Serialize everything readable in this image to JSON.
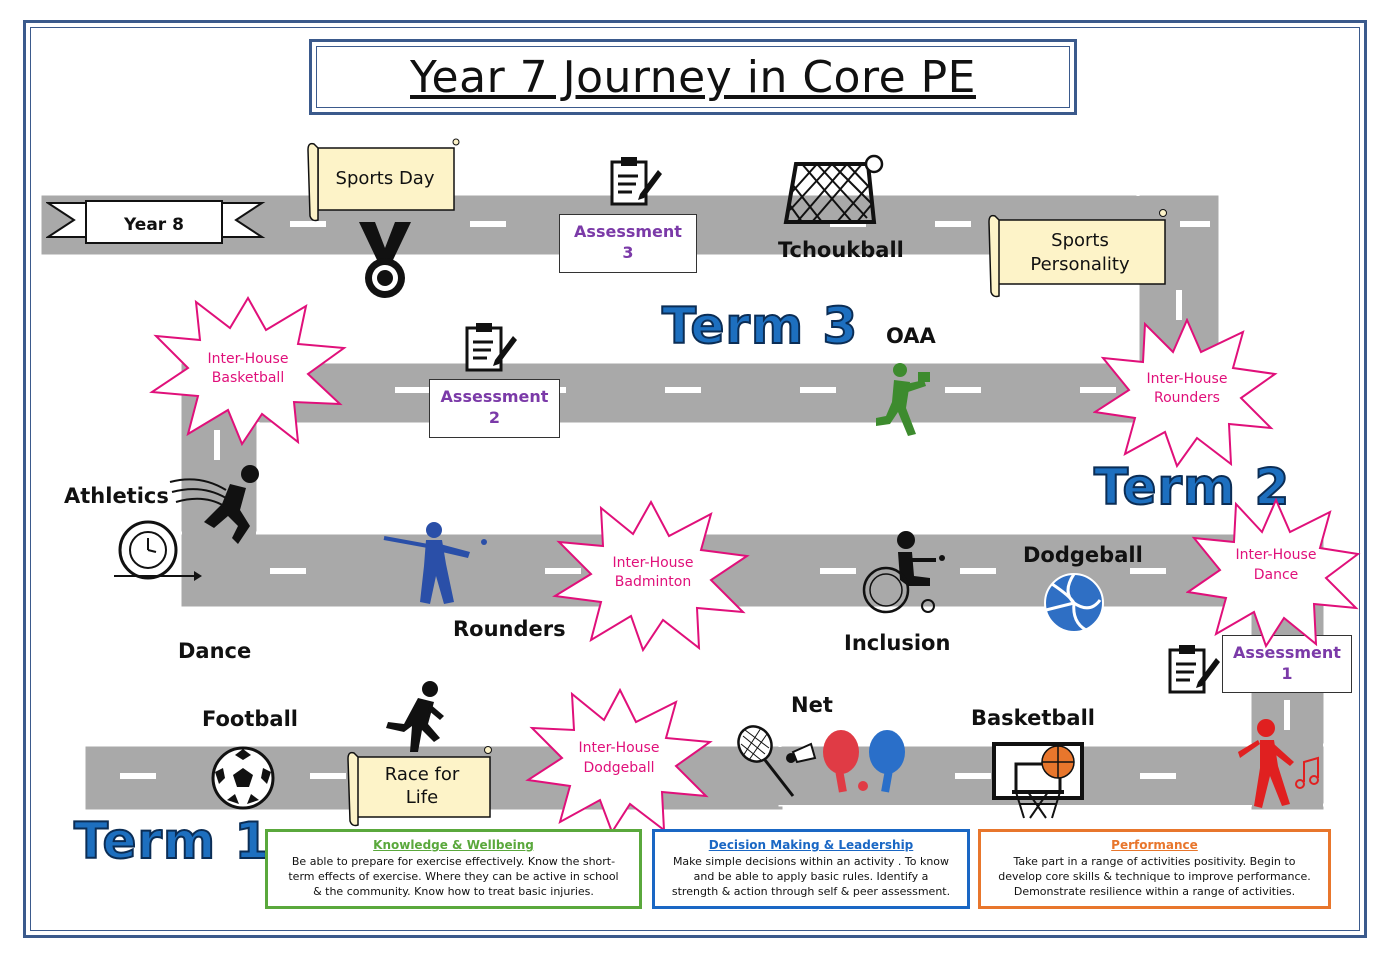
{
  "title": "Year 7 Journey in Core PE",
  "terms": {
    "term1": "Term 1",
    "term2": "Term 2",
    "term3": "Term 3"
  },
  "year8": "Year 8",
  "activities": {
    "football": "Football",
    "dance": "Dance",
    "athletics": "Athletics",
    "rounders": "Rounders",
    "inclusion": "Inclusion",
    "dodgeball": "Dodgeball",
    "net": "Net",
    "basketball": "Basketball",
    "oaa": "OAA",
    "tchoukball": "Tchoukball"
  },
  "assessments": {
    "a1": {
      "label": "Assessment",
      "number": "1"
    },
    "a2": {
      "label": "Assessment",
      "number": "2"
    },
    "a3": {
      "label": "Assessment",
      "number": "3"
    }
  },
  "scrolls": {
    "sports_day": "Sports Day",
    "sports_personality_1": "Sports",
    "sports_personality_2": "Personality",
    "race_for_life_1": "Race for",
    "race_for_life_2": "Life"
  },
  "inter_house": {
    "basketball": [
      "Inter-House",
      "Basketball"
    ],
    "rounders": [
      "Inter-House",
      "Rounders"
    ],
    "badminton": [
      "Inter-House",
      "Badminton"
    ],
    "dance": [
      "Inter-House",
      "Dance"
    ],
    "dodgeball": [
      "Inter-House",
      "Dodgeball"
    ]
  },
  "info_boxes": {
    "knowledge": {
      "heading": "Knowledge & Wellbeing",
      "lines": [
        "Be able to prepare for exercise effectively. Know the short-",
        "term effects of exercise. Where they can be active in school",
        "& the community. Know how to treat basic injuries."
      ],
      "color": "#5aa83c"
    },
    "decision": {
      "heading": "Decision Making & Leadership",
      "lines": [
        "Make simple decisions within an activity . To know",
        "and be able to apply basic rules. Identify a",
        "strength & action through self & peer assessment."
      ],
      "color": "#1a67c4"
    },
    "performance": {
      "heading": "Performance",
      "lines": [
        "Take part in a range of activities positivity. Begin to",
        "develop core skills & technique to improve performance.",
        "Demonstrate resilience within a range of activities."
      ],
      "color": "#e8762c"
    }
  },
  "colors": {
    "road": "#a9a9a9",
    "term_blue": "#1d6fbf",
    "inter_house_pink": "#e0107a",
    "assessment_purple": "#7b3aa8",
    "scroll_fill": "#fdf3c8",
    "frame": "#3b5a8c"
  }
}
